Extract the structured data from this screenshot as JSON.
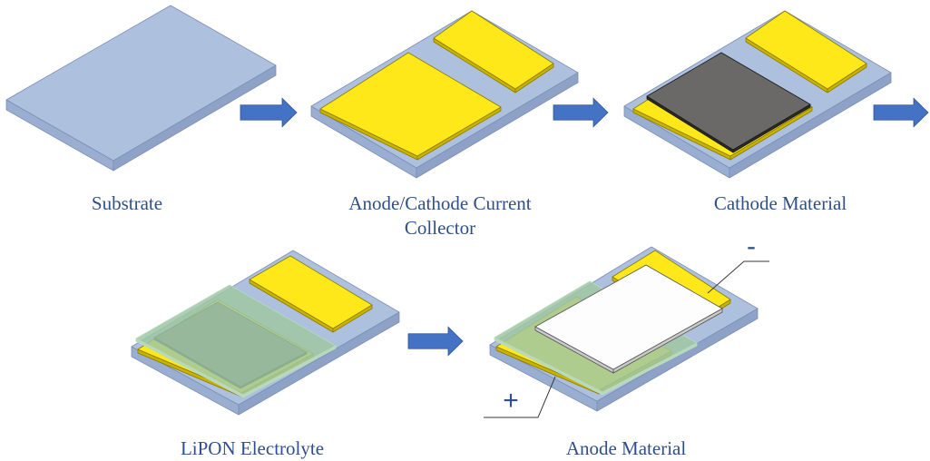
{
  "colors": {
    "substrate_top": "#adc0de",
    "substrate_left": "#9aaed1",
    "substrate_right": "#8da2c6",
    "gold_top": "#ffe81a",
    "gold_side": "#c9b300",
    "cathode_top": "#6b6868",
    "cathode_side": "#2b2b2b",
    "lipon_fill": "#9fc7a3",
    "lipon_stroke": "#b9d9bd",
    "anode_top": "#fdfdfd",
    "anode_side": "#c9c9c9",
    "arrow": "#4472c4",
    "caption_text": "#2f4f8c",
    "outline": "#3a3a3a"
  },
  "steps": [
    {
      "id": "substrate",
      "label_lines": [
        "Substrate"
      ]
    },
    {
      "id": "current-collector",
      "label_lines": [
        "Anode/Cathode Current",
        "Collector"
      ]
    },
    {
      "id": "cathode-material",
      "label_lines": [
        "Cathode Material"
      ]
    },
    {
      "id": "lipon-electrolyte",
      "label_lines": [
        "LiPON Electrolyte"
      ]
    },
    {
      "id": "anode-material",
      "label_lines": [
        "Anode Material"
      ]
    }
  ],
  "terminals": {
    "negative": "-",
    "positive": "+"
  },
  "arrow_count": 4
}
